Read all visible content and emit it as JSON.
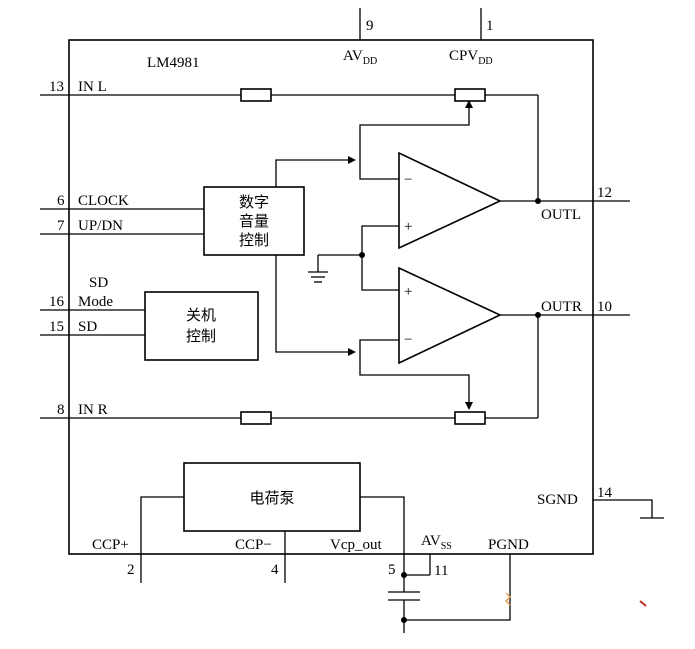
{
  "chip": {
    "name": "LM4981",
    "top_pins": [
      {
        "num": "9",
        "label": "AV",
        "sub": "DD"
      },
      {
        "num": "1",
        "label": "CPV",
        "sub": "DD"
      }
    ]
  },
  "left_pins": [
    {
      "num": "13",
      "label": "IN L"
    },
    {
      "num": "6",
      "label": "CLOCK"
    },
    {
      "num": "7",
      "label": "UP/DN"
    },
    {
      "num": "16",
      "label": "Mode",
      "label_above": "SD"
    },
    {
      "num": "15",
      "label": "SD"
    },
    {
      "num": "8",
      "label": "IN R"
    }
  ],
  "right_pins": [
    {
      "num": "12",
      "label": "OUTL"
    },
    {
      "num": "10",
      "label": "OUTR"
    },
    {
      "num": "14",
      "label": "SGND"
    }
  ],
  "bottom_pins": [
    {
      "num": "2",
      "label": "CCP+"
    },
    {
      "num": "4",
      "label": "CCP−"
    },
    {
      "num": "5",
      "label": "Vcp_out"
    },
    {
      "num": "11",
      "label": "AV",
      "sub": "SS"
    },
    {
      "num": "",
      "label": "PGND"
    }
  ],
  "blocks": {
    "volume": [
      "数字",
      "音量",
      "控制"
    ],
    "shutdown": [
      "关机",
      "控制"
    ],
    "charge_pump": "电荷泵"
  },
  "amp_signs": {
    "minus": "−",
    "plus": "+"
  }
}
